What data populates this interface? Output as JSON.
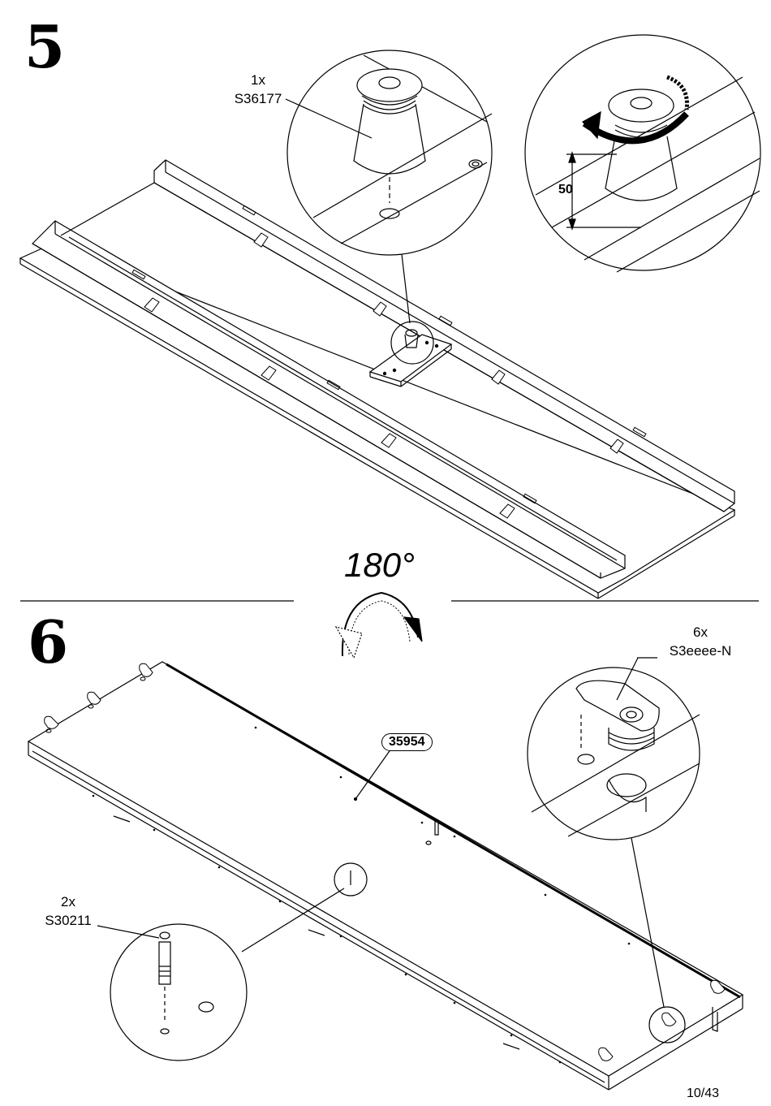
{
  "steps": {
    "step5": {
      "number": "5"
    },
    "step6": {
      "number": "6"
    }
  },
  "rotation": {
    "label": "180°"
  },
  "parts": {
    "foot": {
      "qty": "1x",
      "code": "S36177"
    },
    "cam": {
      "qty": "6x",
      "code": "S3eeee-N"
    },
    "dowel": {
      "qty": "2x",
      "code": "S30211"
    },
    "panel": {
      "code": "35954"
    }
  },
  "dimension": {
    "value": "50"
  },
  "page": {
    "label": "10/43"
  }
}
